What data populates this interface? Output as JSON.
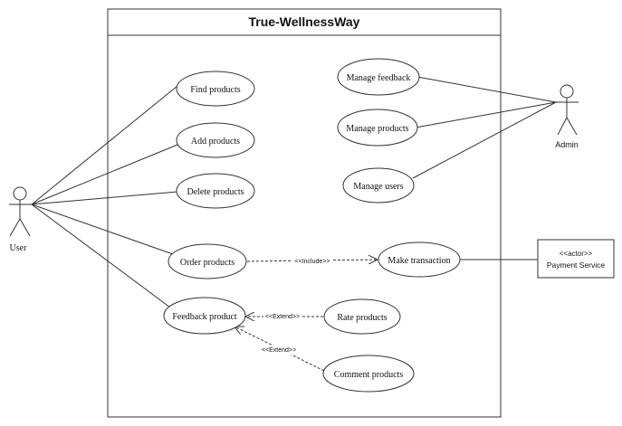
{
  "system": {
    "title": "True-WellnessWay"
  },
  "actors": {
    "user": "User",
    "admin": "Admin",
    "payment_stereotype": "<<actor>>",
    "payment_name": "Payment Service"
  },
  "use_cases": {
    "find_products": "Find products",
    "add_products": "Add products",
    "delete_products": "Delete products",
    "order_products": "Order products",
    "feedback_product": "Feedback product",
    "manage_feedback": "Manage feedback",
    "manage_products": "Manage products",
    "manage_users": "Manage users",
    "make_transaction": "Make transaction",
    "rate_products": "Rate products",
    "comment_products": "Comment products"
  },
  "relations": {
    "include": "<<Include>>",
    "extend_rate": "<<Extend>>",
    "extend_comment": "<<Extend>>"
  },
  "colors": {
    "stroke": "#333333",
    "background": "#ffffff",
    "text": "#111111"
  }
}
